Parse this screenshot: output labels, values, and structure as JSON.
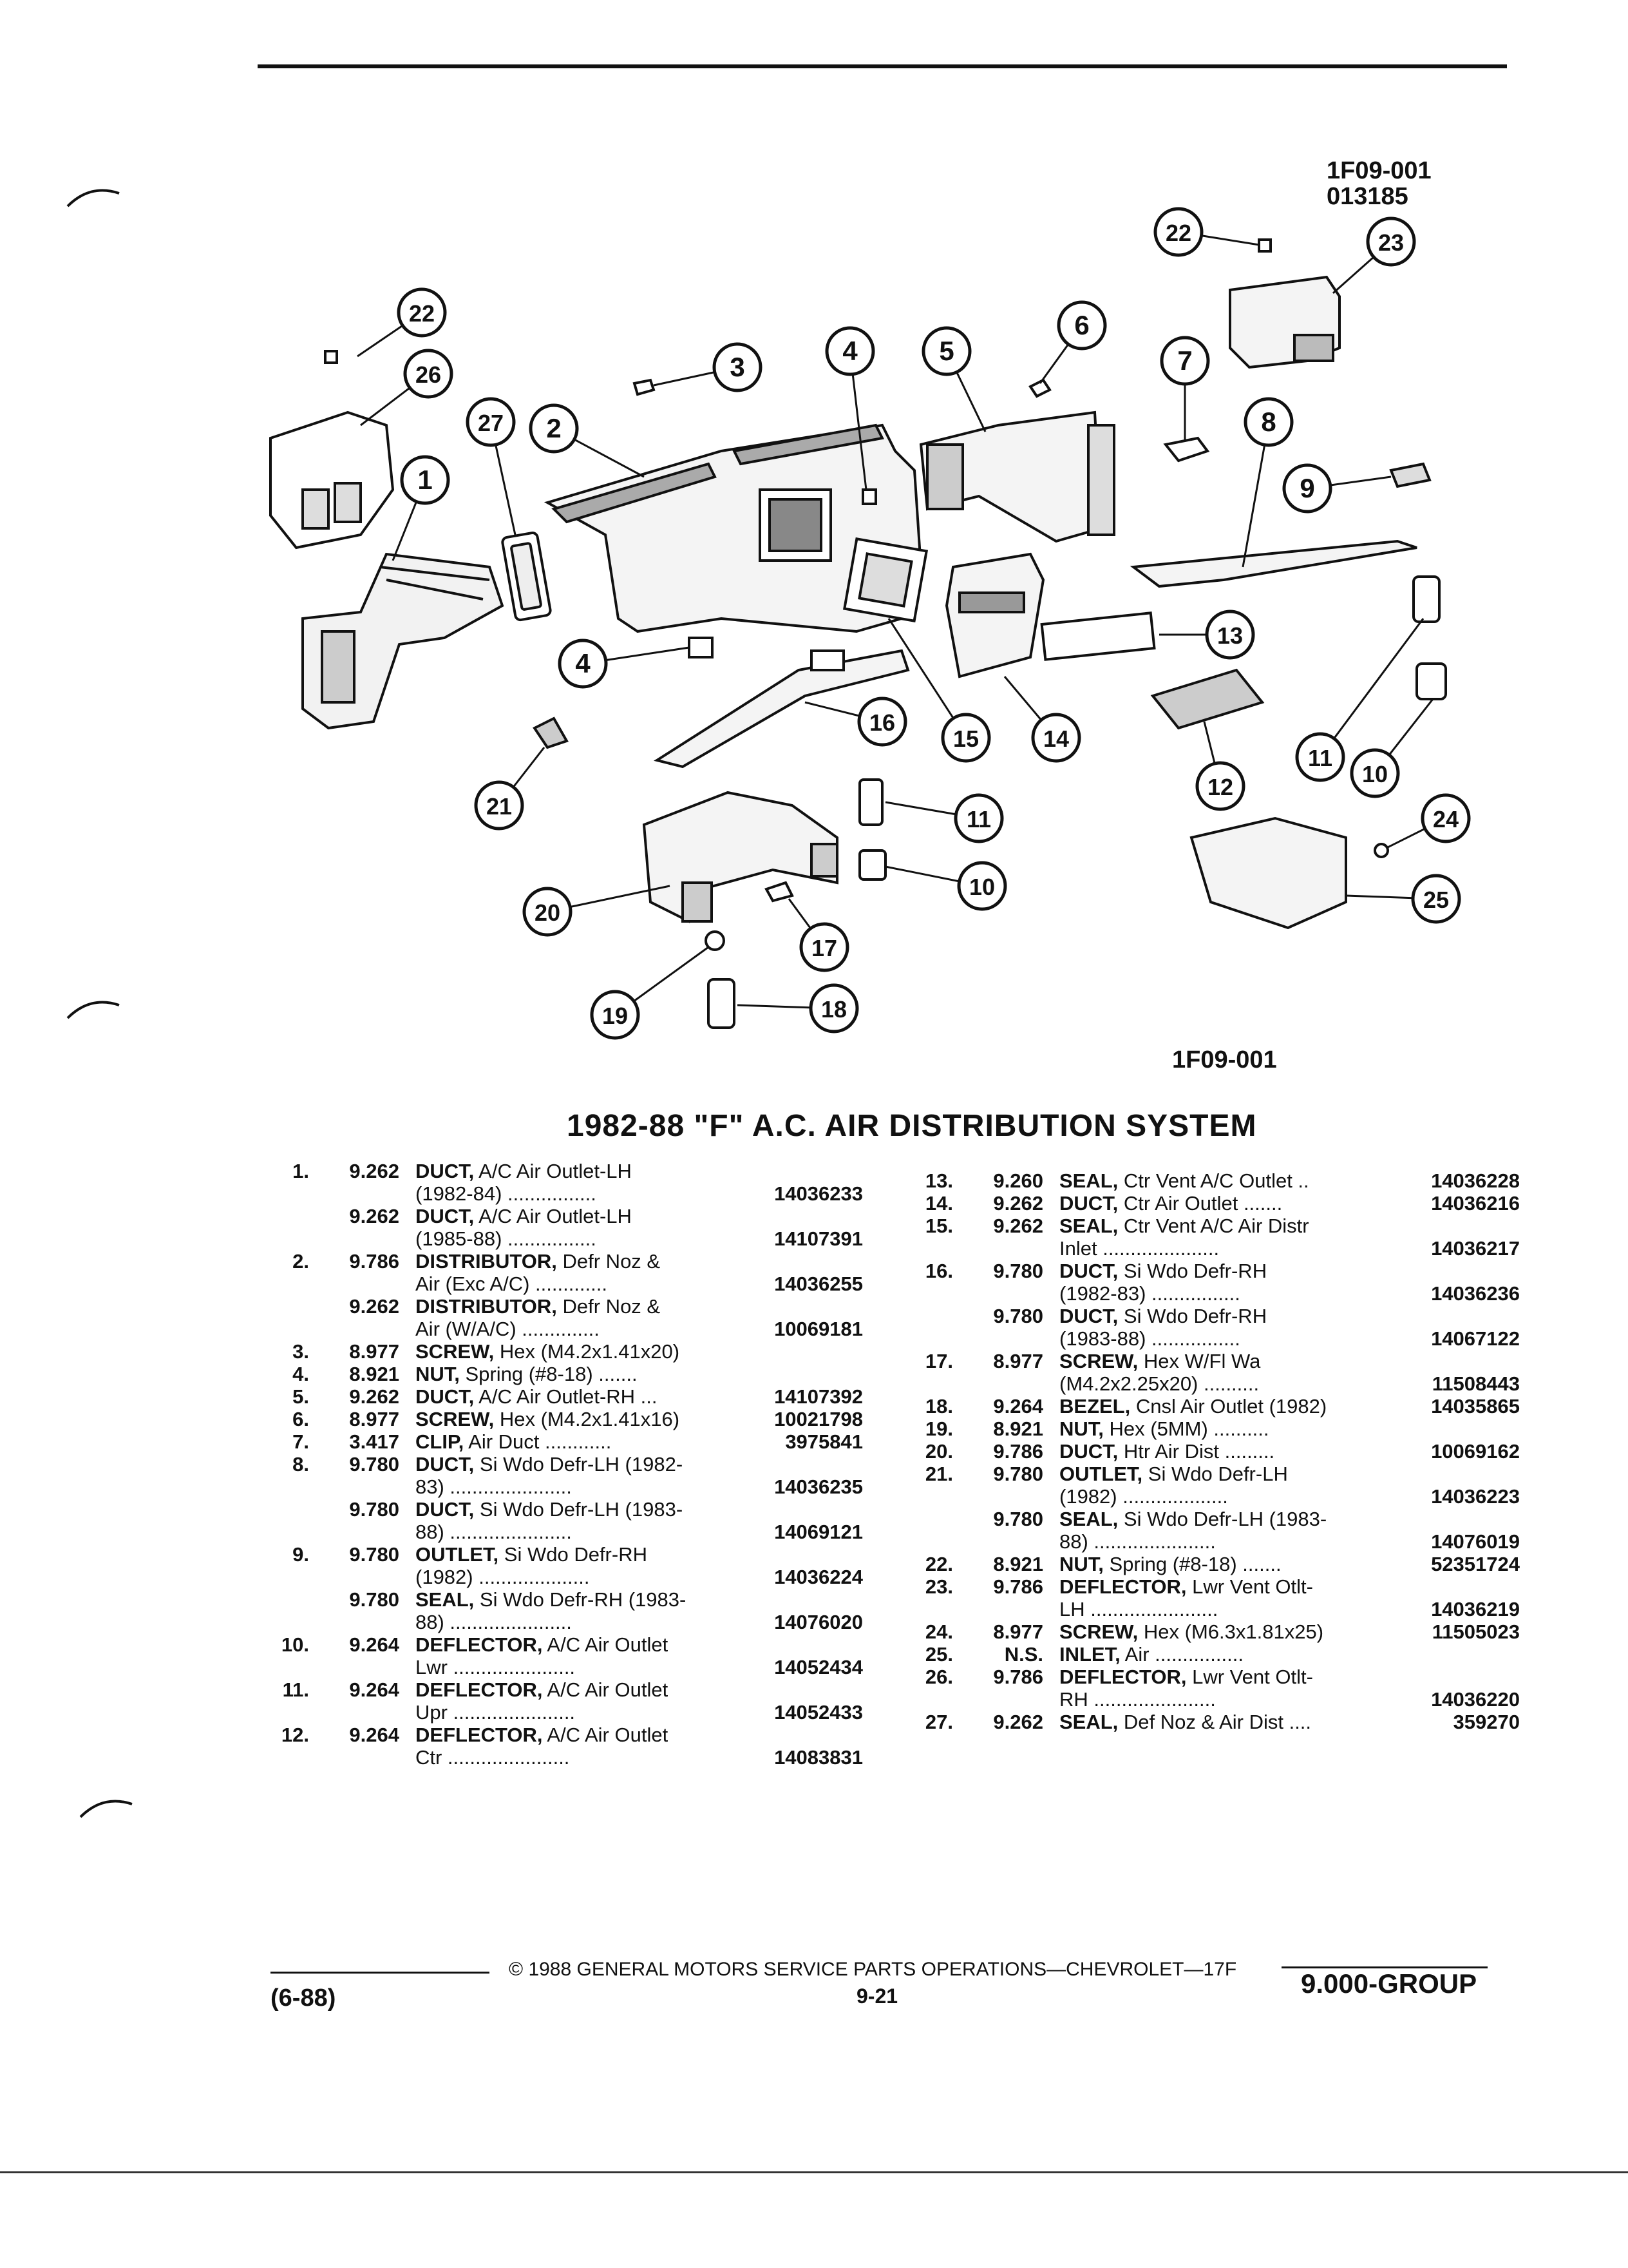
{
  "header": {
    "code_line1": "1F09-001",
    "code_line2": "013185"
  },
  "figure_label": "1F09-001",
  "title": "1982-88 \"F\" A.C. AIR DISTRIBUTION SYSTEM",
  "callouts": [
    "1",
    "2",
    "3",
    "4",
    "5",
    "6",
    "7",
    "8",
    "9",
    "10",
    "11",
    "12",
    "13",
    "14",
    "15",
    "16",
    "17",
    "18",
    "19",
    "20",
    "21",
    "22",
    "23",
    "24",
    "25",
    "26",
    "27"
  ],
  "parts_left": [
    {
      "num": "1.",
      "group": "9.262",
      "name": "DUCT,",
      "rest": "A/C Air Outlet-LH",
      "pn": ""
    },
    {
      "num": "",
      "group": "",
      "name": "",
      "rest": "(1982-84) ................",
      "pn": "14036233"
    },
    {
      "num": "",
      "group": "9.262",
      "name": "DUCT,",
      "rest": "A/C Air Outlet-LH",
      "pn": ""
    },
    {
      "num": "",
      "group": "",
      "name": "",
      "rest": "(1985-88) ................",
      "pn": "14107391"
    },
    {
      "num": "2.",
      "group": "9.786",
      "name": "DISTRIBUTOR,",
      "rest": "Defr Noz &",
      "pn": ""
    },
    {
      "num": "",
      "group": "",
      "name": "",
      "rest": "Air (Exc A/C) .............",
      "pn": "14036255"
    },
    {
      "num": "",
      "group": "9.262",
      "name": "DISTRIBUTOR,",
      "rest": "Defr Noz &",
      "pn": ""
    },
    {
      "num": "",
      "group": "",
      "name": "",
      "rest": "Air (W/A/C) ..............",
      "pn": "10069181"
    },
    {
      "num": "3.",
      "group": "8.977",
      "name": "SCREW,",
      "rest": "Hex (M4.2x1.41x20)",
      "pn": ""
    },
    {
      "num": "4.",
      "group": "8.921",
      "name": "NUT,",
      "rest": "Spring (#8-18) .......",
      "pn": ""
    },
    {
      "num": "5.",
      "group": "9.262",
      "name": "DUCT,",
      "rest": "A/C Air Outlet-RH ...",
      "pn": "14107392"
    },
    {
      "num": "6.",
      "group": "8.977",
      "name": "SCREW,",
      "rest": "Hex (M4.2x1.41x16)",
      "pn": "10021798"
    },
    {
      "num": "7.",
      "group": "3.417",
      "name": "CLIP,",
      "rest": "Air Duct ............",
      "pn": "3975841"
    },
    {
      "num": "8.",
      "group": "9.780",
      "name": "DUCT,",
      "rest": "Si Wdo Defr-LH (1982-",
      "pn": ""
    },
    {
      "num": "",
      "group": "",
      "name": "",
      "rest": "83) ......................",
      "pn": "14036235"
    },
    {
      "num": "",
      "group": "9.780",
      "name": "DUCT,",
      "rest": "Si Wdo Defr-LH (1983-",
      "pn": ""
    },
    {
      "num": "",
      "group": "",
      "name": "",
      "rest": "88) ......................",
      "pn": "14069121"
    },
    {
      "num": "9.",
      "group": "9.780",
      "name": "OUTLET,",
      "rest": "Si Wdo Defr-RH",
      "pn": ""
    },
    {
      "num": "",
      "group": "",
      "name": "",
      "rest": "(1982) ....................",
      "pn": "14036224"
    },
    {
      "num": "",
      "group": "9.780",
      "name": "SEAL,",
      "rest": "Si Wdo Defr-RH (1983-",
      "pn": ""
    },
    {
      "num": "",
      "group": "",
      "name": "",
      "rest": "88) ......................",
      "pn": "14076020"
    },
    {
      "num": "10.",
      "group": "9.264",
      "name": "DEFLECTOR,",
      "rest": "A/C Air Outlet",
      "pn": ""
    },
    {
      "num": "",
      "group": "",
      "name": "",
      "rest": "Lwr ......................",
      "pn": "14052434"
    },
    {
      "num": "11.",
      "group": "9.264",
      "name": "DEFLECTOR,",
      "rest": "A/C Air Outlet",
      "pn": ""
    },
    {
      "num": "",
      "group": "",
      "name": "",
      "rest": "Upr ......................",
      "pn": "14052433"
    },
    {
      "num": "12.",
      "group": "9.264",
      "name": "DEFLECTOR,",
      "rest": "A/C Air Outlet",
      "pn": ""
    },
    {
      "num": "",
      "group": "",
      "name": "",
      "rest": "Ctr ......................",
      "pn": "14083831"
    }
  ],
  "parts_right": [
    {
      "num": "13.",
      "group": "9.260",
      "name": "SEAL,",
      "rest": "Ctr Vent A/C Outlet ..",
      "pn": "14036228"
    },
    {
      "num": "14.",
      "group": "9.262",
      "name": "DUCT,",
      "rest": "Ctr Air Outlet .......",
      "pn": "14036216"
    },
    {
      "num": "15.",
      "group": "9.262",
      "name": "SEAL,",
      "rest": "Ctr Vent A/C Air Distr",
      "pn": ""
    },
    {
      "num": "",
      "group": "",
      "name": "",
      "rest": "Inlet .....................",
      "pn": "14036217"
    },
    {
      "num": "16.",
      "group": "9.780",
      "name": "DUCT,",
      "rest": "Si Wdo Defr-RH",
      "pn": ""
    },
    {
      "num": "",
      "group": "",
      "name": "",
      "rest": "(1982-83) ................",
      "pn": "14036236"
    },
    {
      "num": "",
      "group": "9.780",
      "name": "DUCT,",
      "rest": "Si Wdo Defr-RH",
      "pn": ""
    },
    {
      "num": "",
      "group": "",
      "name": "",
      "rest": "(1983-88) ................",
      "pn": "14067122"
    },
    {
      "num": "17.",
      "group": "8.977",
      "name": "SCREW,",
      "rest": "Hex W/Fl Wa",
      "pn": ""
    },
    {
      "num": "",
      "group": "",
      "name": "",
      "rest": "(M4.2x2.25x20) ..........",
      "pn": "11508443"
    },
    {
      "num": "18.",
      "group": "9.264",
      "name": "BEZEL,",
      "rest": "Cnsl Air Outlet (1982)",
      "pn": "14035865"
    },
    {
      "num": "19.",
      "group": "8.921",
      "name": "NUT,",
      "rest": "Hex (5MM) ..........",
      "pn": ""
    },
    {
      "num": "20.",
      "group": "9.786",
      "name": "DUCT,",
      "rest": "Htr Air Dist .........",
      "pn": "10069162"
    },
    {
      "num": "21.",
      "group": "9.780",
      "name": "OUTLET,",
      "rest": "Si Wdo Defr-LH",
      "pn": ""
    },
    {
      "num": "",
      "group": "",
      "name": "",
      "rest": "(1982) ...................",
      "pn": "14036223"
    },
    {
      "num": "",
      "group": "9.780",
      "name": "SEAL,",
      "rest": "Si Wdo Defr-LH (1983-",
      "pn": ""
    },
    {
      "num": "",
      "group": "",
      "name": "",
      "rest": "88) ......................",
      "pn": "14076019"
    },
    {
      "num": "22.",
      "group": "8.921",
      "name": "NUT,",
      "rest": "Spring (#8-18) .......",
      "pn": "52351724"
    },
    {
      "num": "23.",
      "group": "9.786",
      "name": "DEFLECTOR,",
      "rest": "Lwr Vent Otlt-",
      "pn": ""
    },
    {
      "num": "",
      "group": "",
      "name": "",
      "rest": "LH .......................",
      "pn": "14036219"
    },
    {
      "num": "24.",
      "group": "8.977",
      "name": "SCREW,",
      "rest": "Hex (M6.3x1.81x25)",
      "pn": "11505023"
    },
    {
      "num": "25.",
      "group": "N.S.",
      "name": "INLET,",
      "rest": "Air ................",
      "pn": ""
    },
    {
      "num": "26.",
      "group": "9.786",
      "name": "DEFLECTOR,",
      "rest": "Lwr Vent Otlt-",
      "pn": ""
    },
    {
      "num": "",
      "group": "",
      "name": "",
      "rest": "RH ......................",
      "pn": "14036220"
    },
    {
      "num": "27.",
      "group": "9.262",
      "name": "SEAL,",
      "rest": "Def Noz & Air Dist ....",
      "pn": "359270"
    }
  ],
  "footer": {
    "date": "(6-88)",
    "copyright": "© 1988 GENERAL MOTORS SERVICE PARTS OPERATIONS—CHEVROLET—17F",
    "page": "9-21",
    "group": "9.000-GROUP"
  }
}
